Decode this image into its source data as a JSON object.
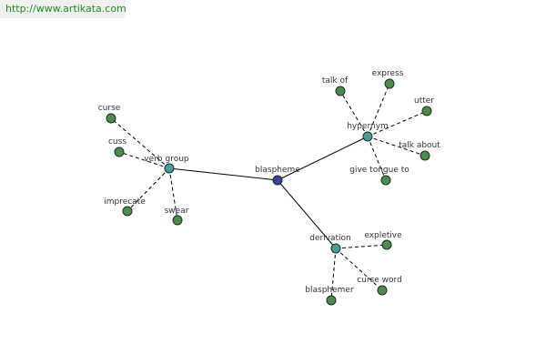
{
  "header": {
    "url": "http://www.artikata.com"
  },
  "colors": {
    "center": "#3a3f9c",
    "hub": "#4d9a9a",
    "leaf": "#4f8a4f",
    "stroke": "#1e2e1e",
    "edge": "#000000",
    "banner_text": "#1f8a1f"
  },
  "graph": {
    "center": {
      "label": "blaspheme"
    },
    "hubs": [
      {
        "label": "verb group",
        "leaves": [
          {
            "label": "curse"
          },
          {
            "label": "cuss"
          },
          {
            "label": "imprecate"
          },
          {
            "label": "swear"
          }
        ]
      },
      {
        "label": "hypernym",
        "leaves": [
          {
            "label": "talk of"
          },
          {
            "label": "express"
          },
          {
            "label": "utter"
          },
          {
            "label": "talk about"
          },
          {
            "label": "give tongue to"
          }
        ]
      },
      {
        "label": "derivation",
        "leaves": [
          {
            "label": "expletive"
          },
          {
            "label": "curse word"
          },
          {
            "label": "blasphemer"
          }
        ]
      }
    ]
  }
}
